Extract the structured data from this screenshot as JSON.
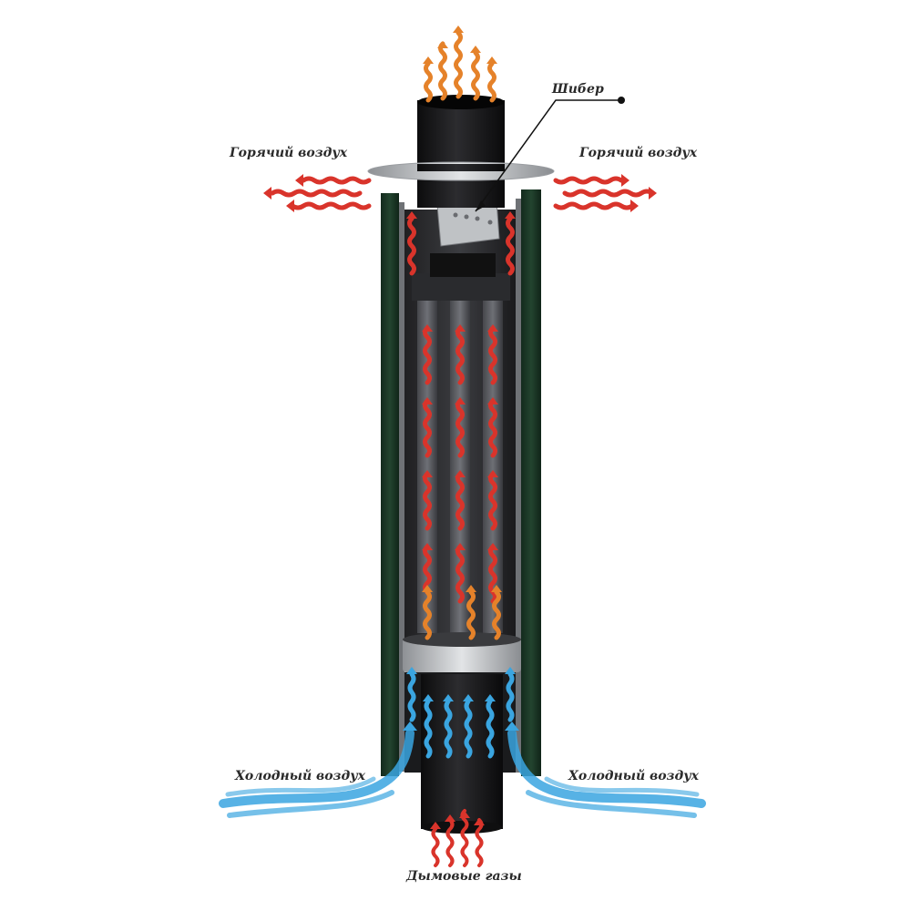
{
  "labels": {
    "damper": "Шибер",
    "hot_air_left": "Горячий воздух",
    "hot_air_right": "Горячий воздух",
    "cold_air_left": "Холодный воздух",
    "cold_air_right": "Холодный воздух",
    "flue_gases": "Дымовые газы"
  },
  "colors": {
    "hot_arrow": "#d9342b",
    "warm_arrow": "#e5822a",
    "cold_arrow": "#3aa5e0",
    "pipe_dark": "#1e1e20",
    "casing_green": "#1f3a2a",
    "metal": "#b9bcbf"
  }
}
